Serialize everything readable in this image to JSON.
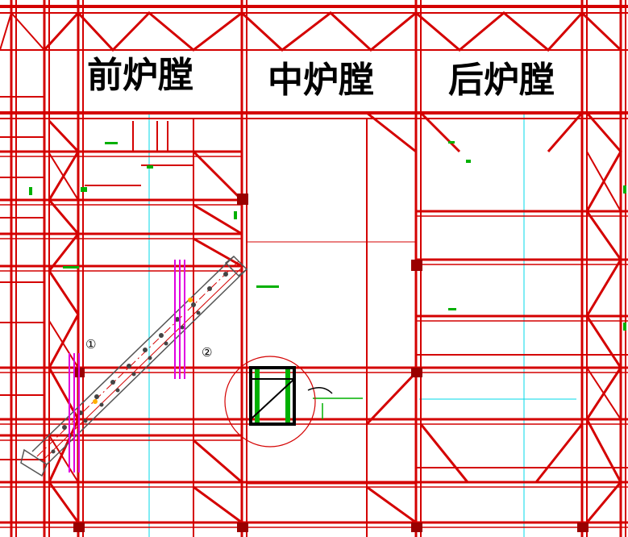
{
  "labels": {
    "front_furnace": "前炉膛",
    "middle_furnace": "中炉膛",
    "rear_furnace": "后炉膛"
  },
  "markers": {
    "item1": "①",
    "item2": "②"
  },
  "colors": {
    "steel": "#d40000",
    "steel_dark": "#9a0000",
    "axis": "#00d8e8",
    "magenta": "#e000e0",
    "green": "#00b000",
    "background": "#ffffff"
  }
}
